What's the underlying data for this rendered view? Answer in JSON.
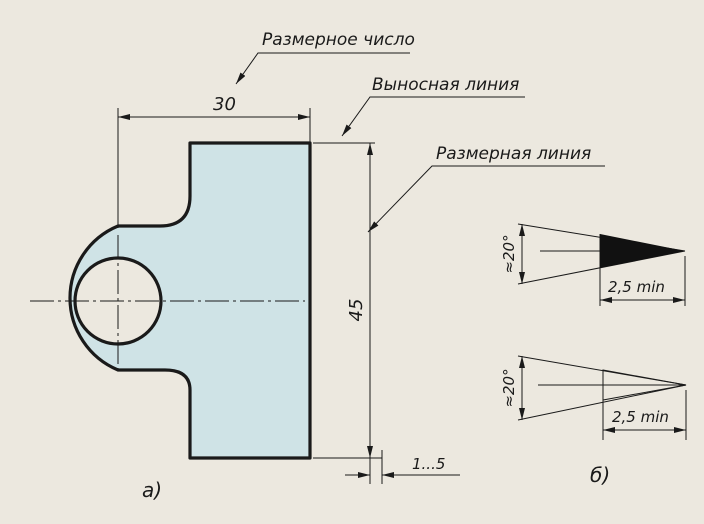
{
  "labels": {
    "dimension_number": "Размерное число",
    "extension_line": "Выносная линия",
    "dimension_line": "Размерная линия"
  },
  "dimensions": {
    "width": "30",
    "height": "45",
    "gap": "1...5",
    "angle_top": "≈20°",
    "min_top": "2,5 min",
    "angle_bottom": "≈20°",
    "min_bottom": "2,5 min"
  },
  "captions": {
    "a": "а)",
    "b": "б)"
  },
  "colors": {
    "background": "#ece8df",
    "part_fill": "#cfe3e6",
    "line": "#1a1a1a"
  }
}
